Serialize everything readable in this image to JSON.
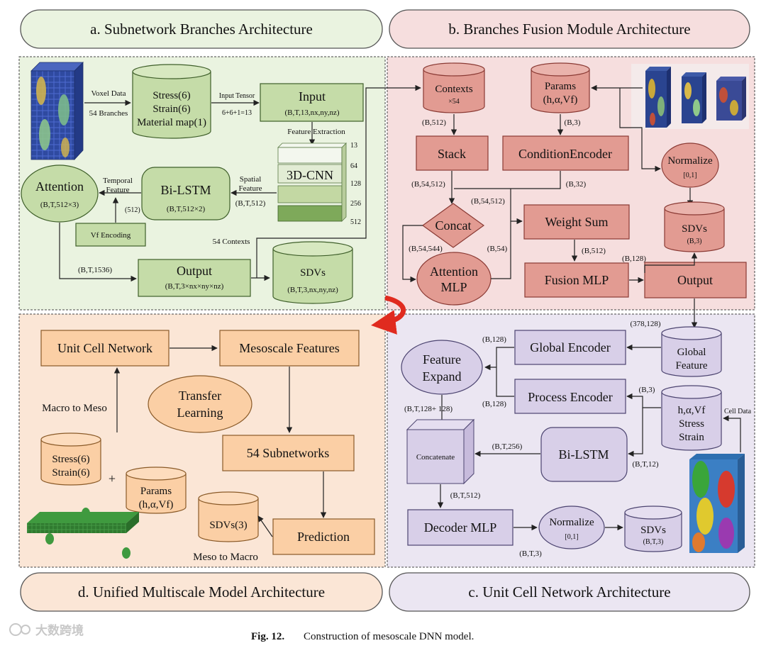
{
  "headers": {
    "a": "a.  Subnetwork Branches Architecture",
    "b": "b. Branches Fusion Module Architecture",
    "c": "c. Unit Cell Network Architecture",
    "d": "d. Unified Multiscale Model Architecture"
  },
  "panel_a": {
    "voxel_data": "Voxel Data",
    "branches": "54 Branches",
    "stress": "Stress(6)",
    "strain": "Strain(6)",
    "material": "Material map(1)",
    "input_tensor": "Input Tensor",
    "tensor_sum": "6+6+1=13",
    "input_title": "Input",
    "input_shape": "(B,T,13,nx,ny,nz)",
    "feature_extraction": "Feature Extraction",
    "cnn": "3D-CNN",
    "cnn_channels": [
      "13",
      "64",
      "128",
      "256",
      "512"
    ],
    "spatial": "Spatial",
    "feature": "Feature",
    "spatial_shape": "(B,T,512)",
    "bilstm": "Bi-LSTM",
    "bilstm_shape": "(B,T,512×2)",
    "temporal": "Temporal",
    "temporal_feature": "Feature",
    "attention": "Attention",
    "attention_shape": "(B,T,512×3)",
    "vf_dim": "(512)",
    "vf_encoding": "Vf Encoding",
    "contexts": "54 Contexts",
    "concat_shape": "(B,T,1536)",
    "output": "Output",
    "output_shape": "(B,T,3×nx×ny×nz)",
    "sdvs": "SDVs",
    "sdvs_shape": "(B,T,3,nx,ny,nz)"
  },
  "panel_b": {
    "contexts": "Contexts",
    "contexts_count": "×54",
    "params": "Params",
    "params_vals": "(h,α,Vf)",
    "s_b512": "(B,512)",
    "s_b3": "(B,3)",
    "stack": "Stack",
    "cond": "ConditionEncoder",
    "normalize": "Normalize",
    "norm_range": "[0,1]",
    "s_b54_512": "(B,54,512)",
    "s_b32": "(B,32)",
    "s_b54_512b": "(B,54,512)",
    "concat": "Concat",
    "weight_sum": "Weight Sum",
    "sdvs": "SDVs",
    "sdvs_shape": "(B,3)",
    "s_b54_544": "(B,54,544)",
    "s_b54": "(B,54)",
    "s_b512b": "(B,512)",
    "s_b128": "(B,128)",
    "attn1": "Attention",
    "attn2": "MLP",
    "fusion": "Fusion MLP",
    "output": "Output"
  },
  "panel_c": {
    "s_378": "(378,128)",
    "s_b128a": "(B,128)",
    "global_enc": "Global Encoder",
    "global1": "Global",
    "global2": "Feature",
    "feat1": "Feature",
    "feat2": "Expand",
    "s_b128b": "(B,128)",
    "process_enc": "Process Encoder",
    "s_b3": "(B,3)",
    "cell_vals": "h,α,Vf",
    "cell_stress": "Stress",
    "cell_strain": "Strain",
    "cell_data": "Cell Data",
    "s_bt": "(B,T,128+ 128)",
    "concatenate": "Concatenate",
    "s_bt256": "(B,T,256)",
    "bilstm": "Bi-LSTM",
    "s_bt12": "(B,T,12)",
    "s_bt512": "(B,T,512)",
    "decoder": "Decoder MLP",
    "normalize": "Normalize",
    "norm_range": "[0,1]",
    "sdvs": "SDVs",
    "sdvs_shape": "(B,T,3)",
    "s_bt3": "(B,T,3)"
  },
  "panel_d": {
    "unit_cell": "Unit Cell Network",
    "meso_features": "Mesoscale Features",
    "transfer1": "Transfer",
    "transfer2": "Learning",
    "macro_to_meso": "Macro to Meso",
    "subnetworks": "54 Subnetworks",
    "stress": "Stress(6)",
    "strain": "Strain(6)",
    "plus": "+",
    "params": "Params",
    "params_vals": "(h,α,Vf)",
    "sdvs": "SDVs(3)",
    "prediction": "Prediction",
    "meso_to_macro": "Meso to Macro"
  },
  "caption": {
    "label": "Fig. 12.",
    "text": "Construction of mesoscale DNN model."
  },
  "watermark": "大数跨境",
  "colors": {
    "green_fill": "#c5dca8",
    "green_stroke": "#3f5f2a",
    "green_bg": "#eaf3e0",
    "red_fill": "#e29b92",
    "red_stroke": "#8a3a34",
    "red_bg": "#f6dede",
    "purple_fill": "#d8cfe8",
    "purple_stroke": "#4c4470",
    "purple_bg": "#ebe6f2",
    "orange_fill": "#fbcfa5",
    "orange_stroke": "#8a5a28",
    "orange_bg": "#fbe6d6",
    "bridge_arrow": "#e02b1f"
  }
}
